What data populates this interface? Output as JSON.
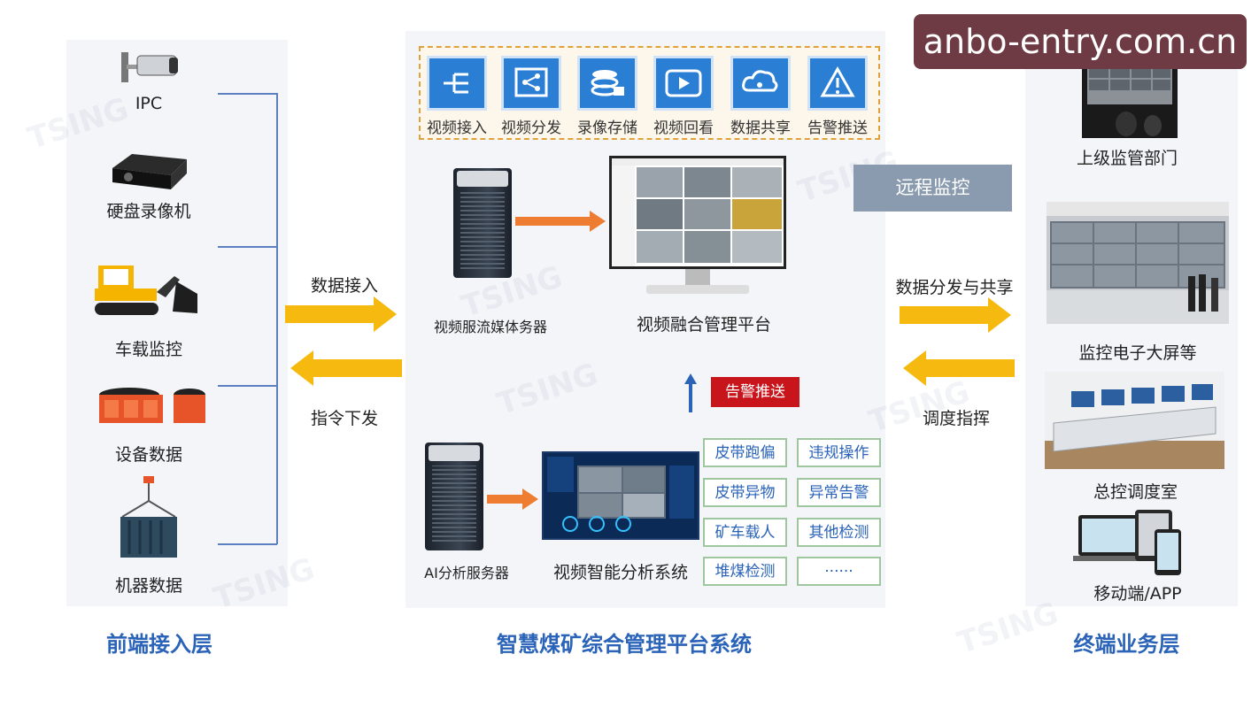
{
  "watermark_banner": "anbo-entry.com.cn",
  "left_layer": {
    "title": "前端接入层",
    "devices": [
      "IPC",
      "硬盘录像机",
      "车载监控",
      "设备数据",
      "机器数据"
    ]
  },
  "middle_layer": {
    "title": "智慧煤矿综合管理平台系统",
    "features": [
      "视频接入",
      "视频分发",
      "录像存储",
      "视频回看",
      "数据共享",
      "告警推送"
    ],
    "media_server": "视频服流媒体务器",
    "platform": "视频融合管理平台",
    "ai_server": "AI分析服务器",
    "ai_system": "视频智能分析系统",
    "alarm_push": "告警推送",
    "detections": [
      "皮带跑偏",
      "违规操作",
      "皮带异物",
      "异常告警",
      "矿车载人",
      "其他检测",
      "堆煤检测",
      "······"
    ]
  },
  "right_layer": {
    "title": "终端业务层",
    "terminals": [
      "上级监管部门",
      "监控电子大屏等",
      "总控调度室",
      "移动端/APP"
    ]
  },
  "flows": {
    "data_access": "数据接入",
    "command_down": "指令下发",
    "remote_monitor": "远程监控",
    "data_share": "数据分发与共享",
    "dispatch": "调度指挥"
  },
  "watermark_text": "TSING",
  "colors": {
    "accent_blue": "#2a63b8",
    "arrow_yellow": "#f5b90f",
    "arrow_orange": "#ee7d32",
    "alarm_red": "#c8151b"
  }
}
